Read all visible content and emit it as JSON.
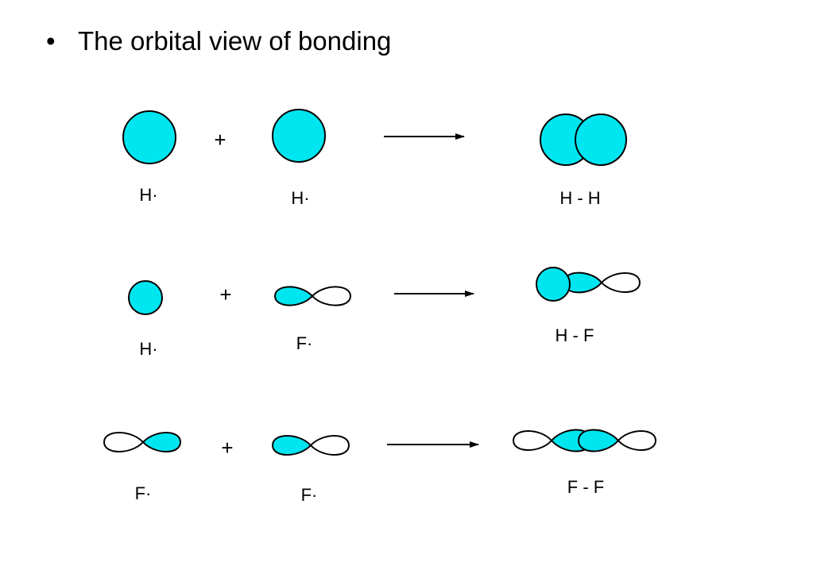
{
  "slide": {
    "bullet": "•",
    "title": "The orbital view of bonding"
  },
  "colors": {
    "orbital_fill": "#00E6F0",
    "outline": "#000000"
  },
  "rows": [
    {
      "reactant1": "H·",
      "plus": "+",
      "reactant2": "H·",
      "product": "H - H"
    },
    {
      "reactant1": "H·",
      "plus": "+",
      "reactant2": "F·",
      "product": "H - F"
    },
    {
      "reactant1": "F·",
      "plus": "+",
      "reactant2": "F·",
      "product": "F - F"
    }
  ]
}
